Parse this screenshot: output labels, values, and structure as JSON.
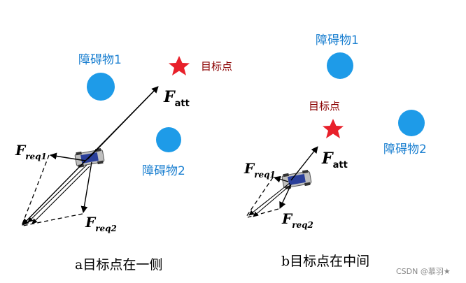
{
  "panel_a": {
    "obstacle1_label": "障碍物1",
    "obstacle2_label": "障碍物2",
    "goal_label": "目标点",
    "f_att_label": "F",
    "f_att_sub": "att",
    "f_req1_label": "F",
    "f_req1_sub": "req1",
    "f_req2_label": "F",
    "f_req2_sub": "req2",
    "caption": "a目标点在一侧"
  },
  "panel_b": {
    "obstacle1_label": "障碍物1",
    "obstacle2_label": "障碍物2",
    "goal_label": "目标点",
    "f_att_label": "F",
    "f_att_sub": "att",
    "f_req1_label": "F",
    "f_req1_sub": "req1",
    "f_req2_label": "F",
    "f_req2_sub": "req2",
    "caption": "b目标点在中间"
  },
  "watermark": "CSDN @慕羽★",
  "colors": {
    "obstacle": "#1e9be8",
    "goal": "#e8202a",
    "label_blue": "#1a7fd0",
    "label_red": "#8b0000"
  }
}
